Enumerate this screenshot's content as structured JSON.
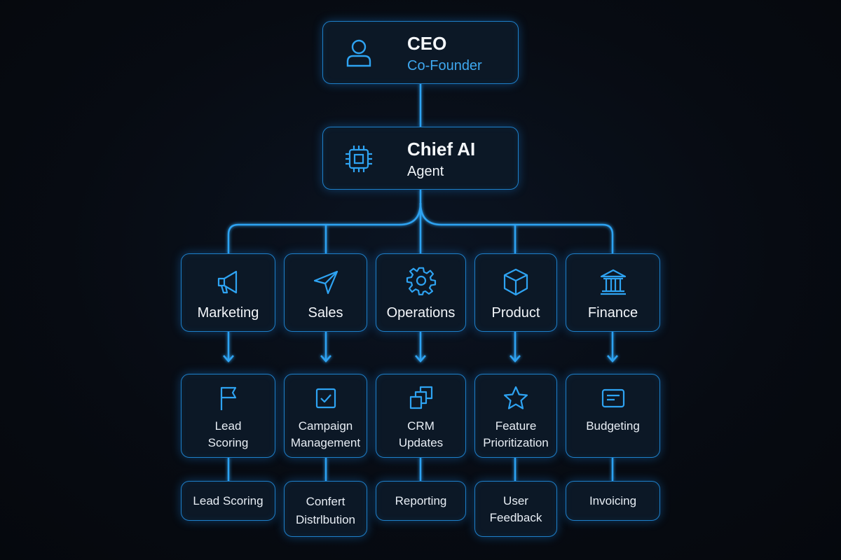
{
  "colors": {
    "accent": "#2ea3f2",
    "node_border": "#1e7fc9",
    "node_fill": "#0c1826",
    "background": "#070b12",
    "subtitle_ceo": "#3ea8f0"
  },
  "top_nodes": {
    "ceo": {
      "title": "CEO",
      "subtitle": "Co-Founder",
      "icon": "user-icon"
    },
    "ai": {
      "title": "Chief AI",
      "subtitle": "Agent",
      "icon": "chip-icon"
    }
  },
  "departments": [
    {
      "label": "Marketing",
      "icon": "megaphone-icon"
    },
    {
      "label": "Sales",
      "icon": "send-icon"
    },
    {
      "label": "Operations",
      "icon": "gear-icon"
    },
    {
      "label": "Product",
      "icon": "cube-icon"
    },
    {
      "label": "Finance",
      "icon": "bank-icon"
    }
  ],
  "tasks": [
    {
      "label": "Lead\nScoring",
      "icon": "flag-icon"
    },
    {
      "label": "Campaign\nManagement",
      "icon": "checkbox-icon"
    },
    {
      "label": "CRM\nUpdates",
      "icon": "layers-icon"
    },
    {
      "label": "Feature\nPrioritization",
      "icon": "star-icon"
    },
    {
      "label": "Budgeting",
      "icon": "card-icon"
    }
  ],
  "subtasks": [
    {
      "label": "Lead Scoring"
    },
    {
      "label": "Confert\nDistrlbution"
    },
    {
      "label": "Reporting"
    },
    {
      "label": "User\nFeedback"
    },
    {
      "label": "Invoicing"
    }
  ]
}
